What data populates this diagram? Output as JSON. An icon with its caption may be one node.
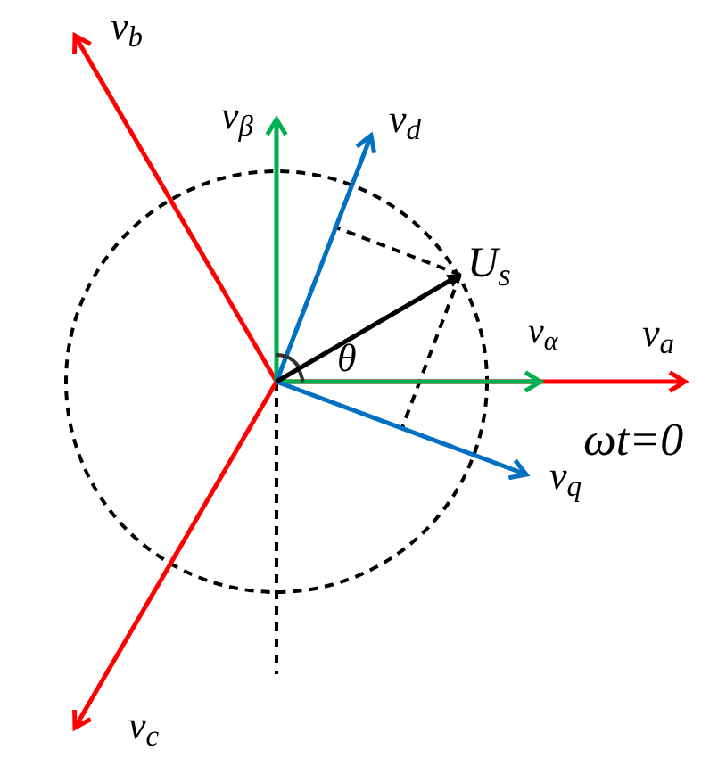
{
  "diagram": {
    "labels": [
      "v$_{b}$",
      "v$_{β}$",
      "v$_{d}$",
      "U$_{s}$",
      "θ",
      "v$_{α}$",
      "v$_{a}$",
      "ωt=0",
      "v$_{q}$",
      "v$_{c}$"
    ]
  }
}
